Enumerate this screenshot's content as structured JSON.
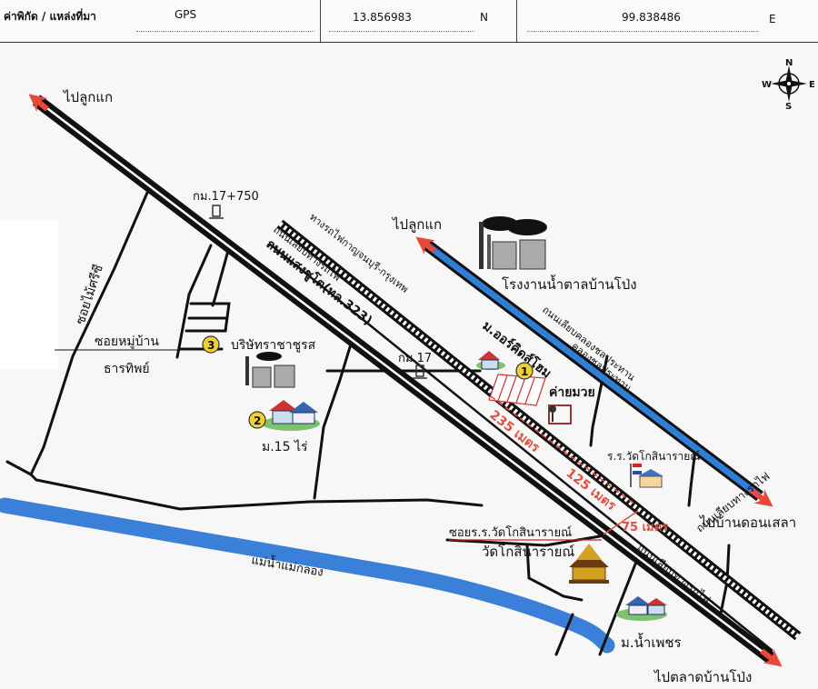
{
  "header": {
    "coord_label": "ค่าพิกัด / แหล่งที่มา",
    "source": "GPS",
    "latitude": "13.856983",
    "lat_dir": "N",
    "longitude": "99.838486",
    "lon_dir": "E"
  },
  "compass": {
    "n": "N",
    "s": "S",
    "e": "E",
    "w": "W"
  },
  "directions": {
    "to_lookkaew_top": "ไปลูกแก",
    "to_lookkaew_mid": "ไปลูกแก",
    "to_donsala": "ไปบ้านดอนเสลา",
    "to_lat_banpong": "ไปตลาดบ้านโป่ง"
  },
  "roads": {
    "main_road": "ถนนแสงชูโต(ทล.323)",
    "railway": "ทางรถไฟกาญจนบุรี-กรุงเทพ",
    "rail_side_road_top": "ถนนเลียบทางรถไฟ",
    "rail_side_road_bottom": "ถนนเลียบทางรถไฟ",
    "rail_side_road_right": "ถนนเลียบทางรถไฟ",
    "canal_road": "ถนนเลียบคลองชลประทาน",
    "canal": "คลองชลประทาน",
    "soi_mai_siri": "ซอยไม้ศรีซี",
    "soi_wat": "ซอยร.ร.วัดโกสินารายณ์",
    "river": "แม่น้ำแม่กลอง"
  },
  "markers": {
    "km17_750": "กม.17+750",
    "km17": "กม.17"
  },
  "places": {
    "sugar_factory": "โรงงานน้ำตาลบ้านโป่ง",
    "orchid_home": "ม.ออร์คิดส์โฮม",
    "camp": "ค่ายมวย",
    "school": "ร.ร.วัดโกสินารายณ์",
    "temple": "วัดโกสินารายณ์",
    "mu15": "ม.15 ไร่",
    "company": "บริษัทราชาชูรส",
    "soi_village_line1": "ซอยหมู่บ้าน",
    "soi_village_line2": "ธารทิพย์",
    "nam_phet": "ม.น้ำเพชร"
  },
  "badges": {
    "b1": "1",
    "b2": "2",
    "b3": "3"
  },
  "distances": {
    "d235": "235 เมตร",
    "d125": "125 เมตร",
    "d75": "75 เมตร"
  },
  "colors": {
    "arrow": "#e8473a",
    "canal": "#2f7fd6",
    "river": "#3a7fd8",
    "distance": "#e05040",
    "badge": "#f0d030"
  }
}
